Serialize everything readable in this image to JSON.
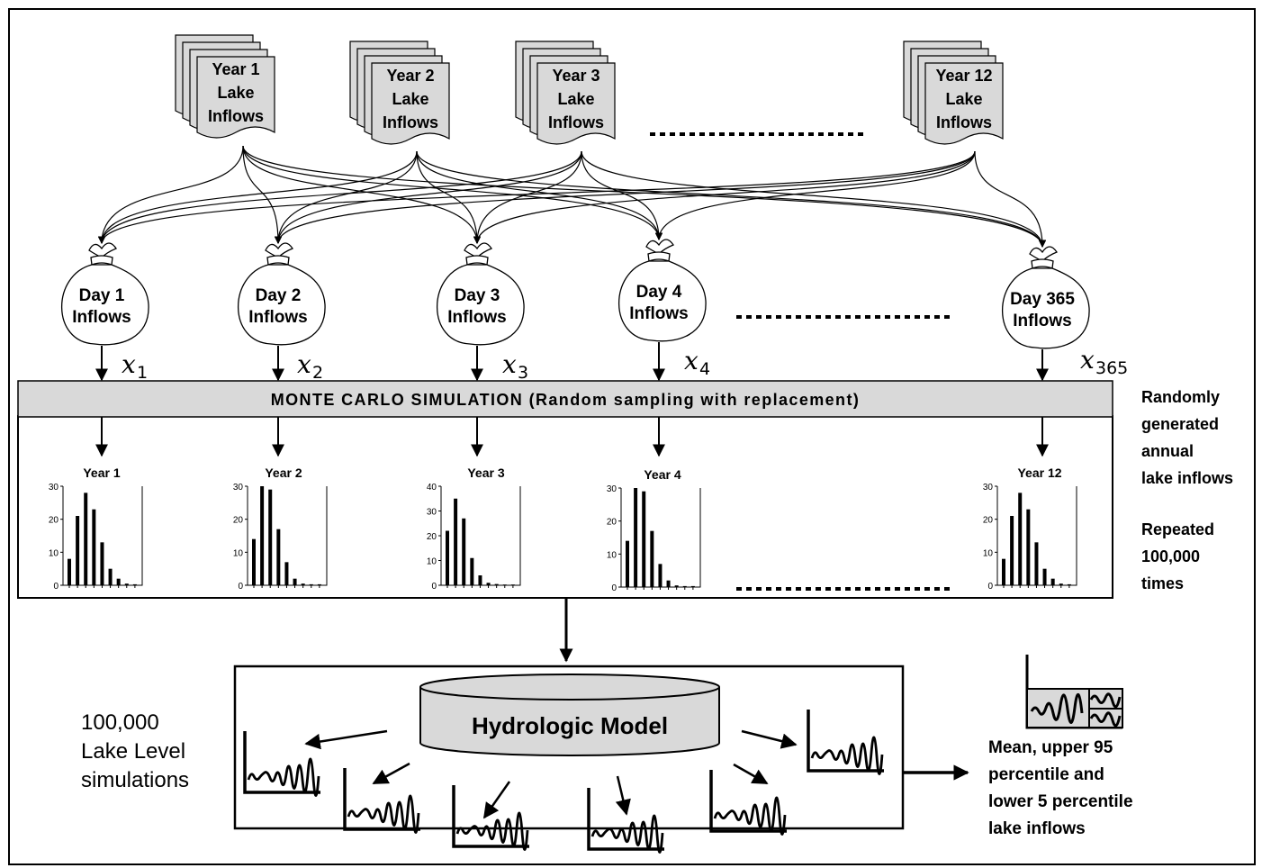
{
  "files": [
    {
      "lines": [
        "Year 1",
        "Lake",
        "Inflows"
      ]
    },
    {
      "lines": [
        "Year 2",
        "Lake",
        "Inflows"
      ]
    },
    {
      "lines": [
        "Year 3",
        "Lake",
        "Inflows"
      ]
    },
    {
      "lines": [
        "Year 12",
        "Lake",
        "Inflows"
      ]
    }
  ],
  "bags": [
    {
      "lines": [
        "Day 1",
        "Inflows"
      ],
      "var": "x",
      "sub": "1"
    },
    {
      "lines": [
        "Day 2",
        "Inflows"
      ],
      "var": "x",
      "sub": "2"
    },
    {
      "lines": [
        "Day 3",
        "Inflows"
      ],
      "var": "x",
      "sub": "3"
    },
    {
      "lines": [
        "Day 4",
        "Inflows"
      ],
      "var": "x",
      "sub": "4"
    },
    {
      "lines": [
        "Day 365",
        "Inflows"
      ],
      "var": "x",
      "sub": "365"
    }
  ],
  "monte_carlo_label": "MONTE CARLO SIMULATION (Random sampling with replacement)",
  "histograms": [
    {
      "title": "Year  1",
      "yticks": [
        "30",
        "20",
        "10",
        "0"
      ],
      "values": [
        8,
        21,
        28,
        23,
        13,
        5,
        2,
        0.5,
        0.3
      ]
    },
    {
      "title": "Year 2",
      "yticks": [
        "30",
        "20",
        "10",
        "0"
      ],
      "values": [
        14,
        30,
        29,
        17,
        7,
        2,
        0.5,
        0.3,
        0.3
      ]
    },
    {
      "title": "Year 3",
      "yticks": [
        "40",
        "30",
        "20",
        "10",
        "0"
      ],
      "values": [
        22,
        35,
        27,
        11,
        4,
        1,
        0.5,
        0.3,
        0.3
      ]
    },
    {
      "title": "Year 4",
      "yticks": [
        "30",
        "20",
        "10",
        "0"
      ],
      "values": [
        14,
        30,
        29,
        17,
        7,
        2,
        0.5,
        0.3,
        0.3
      ]
    },
    {
      "title": "Year  12",
      "yticks": [
        "30",
        "20",
        "10",
        "0"
      ],
      "values": [
        8,
        21,
        28,
        23,
        13,
        5,
        2,
        0.5,
        0.3
      ]
    }
  ],
  "side_notes": {
    "randomly": [
      "Randomly",
      "generated",
      "annual",
      "lake inflows"
    ],
    "repeated": [
      "Repeated",
      "100,000",
      "times"
    ]
  },
  "model_label": "Hydrologic Model",
  "simulations_label": [
    "100,000",
    "Lake Level",
    "simulations"
  ],
  "result_label": [
    "Mean, upper 95",
    "percentile and",
    "lower 5 percentile",
    "lake inflows"
  ]
}
